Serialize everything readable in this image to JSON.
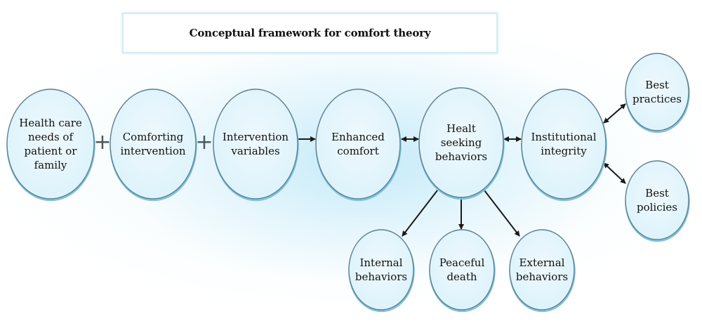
{
  "title": "Conceptual framework for comfort theory",
  "colors": {
    "node_fill": "#e3f5fc",
    "node_stroke": "#5f7f8c",
    "node_shadow": "#7cc3e3",
    "arrow": "#1a1a1a",
    "plus": "#4a5a5e"
  },
  "nodes": [
    {
      "id": "health-care-needs",
      "lines": [
        "Health care",
        "needs of",
        "patient or",
        "family"
      ]
    },
    {
      "id": "comforting-intervention",
      "lines": [
        "Comforting",
        "intervention"
      ]
    },
    {
      "id": "intervention-variables",
      "lines": [
        "Intervention",
        "variables"
      ]
    },
    {
      "id": "enhanced-comfort",
      "lines": [
        "Enhanced",
        "comfort"
      ]
    },
    {
      "id": "health-seeking-behaviors",
      "lines": [
        "Healt",
        "seeking",
        "behaviors"
      ]
    },
    {
      "id": "institutional-integrity",
      "lines": [
        "Institutional",
        "integrity"
      ]
    },
    {
      "id": "best-practices",
      "lines": [
        "Best",
        "practices"
      ]
    },
    {
      "id": "best-policies",
      "lines": [
        "Best",
        "policies"
      ]
    },
    {
      "id": "internal-behaviors",
      "lines": [
        "Internal",
        "behaviors"
      ]
    },
    {
      "id": "peaceful-death",
      "lines": [
        "Peaceful",
        "death"
      ]
    },
    {
      "id": "external-behaviors",
      "lines": [
        "External",
        "behaviors"
      ]
    }
  ],
  "operators": [
    {
      "between": [
        "health-care-needs",
        "comforting-intervention"
      ],
      "symbol": "+"
    },
    {
      "between": [
        "comforting-intervention",
        "intervention-variables"
      ],
      "symbol": "+"
    }
  ],
  "edges": [
    {
      "from": "intervention-variables",
      "to": "enhanced-comfort",
      "direction": "forward"
    },
    {
      "from": "enhanced-comfort",
      "to": "health-seeking-behaviors",
      "direction": "both"
    },
    {
      "from": "health-seeking-behaviors",
      "to": "institutional-integrity",
      "direction": "both"
    },
    {
      "from": "institutional-integrity",
      "to": "best-practices",
      "direction": "both"
    },
    {
      "from": "institutional-integrity",
      "to": "best-policies",
      "direction": "both"
    },
    {
      "from": "health-seeking-behaviors",
      "to": "internal-behaviors",
      "direction": "forward"
    },
    {
      "from": "health-seeking-behaviors",
      "to": "peaceful-death",
      "direction": "forward"
    },
    {
      "from": "health-seeking-behaviors",
      "to": "external-behaviors",
      "direction": "forward"
    }
  ]
}
